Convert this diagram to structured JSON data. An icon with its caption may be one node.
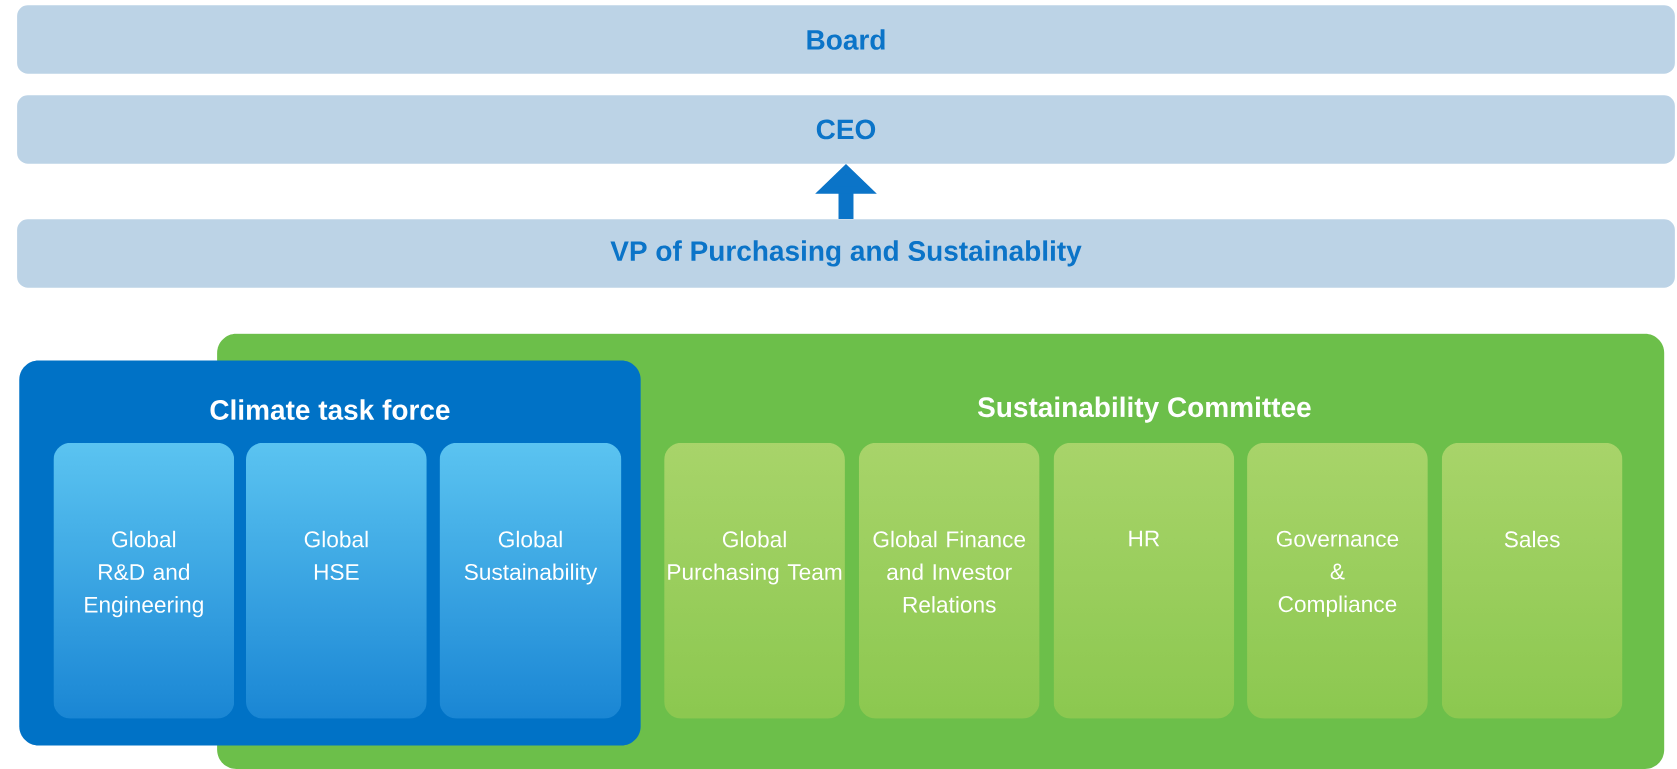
{
  "diagram": {
    "nodes": [
      {
        "text": [
          "Board"
        ]
      },
      {
        "text": [
          "CEO"
        ]
      },
      {
        "text": [
          "VP of Purchasing and Sustainablity"
        ]
      },
      {
        "text": [
          "Climate task force"
        ]
      },
      {
        "text": [
          "Global R&D and Engineering"
        ],
        "in": 3
      },
      {
        "text": [
          "Global HSE"
        ]
      },
      {
        "text": [
          "Global Sustainability"
        ]
      },
      {
        "text": [
          "Sustainability Committee"
        ]
      },
      {
        "text": [
          "Global Purchasing Team"
        ],
        "in": 7
      },
      {
        "text": [
          "Global Finance and Investor Relations"
        ],
        "in": 7
      },
      {
        "text": [
          "HR"
        ],
        "in": 7
      },
      {
        "text": [
          "Governance & Compliance"
        ],
        "in": 7
      },
      {
        "text": [
          "Sales"
        ],
        "in": 7
      }
    ],
    "edges": [
      {
        "from": 2,
        "to": 1,
        "arrow": "to"
      }
    ]
  }
}
